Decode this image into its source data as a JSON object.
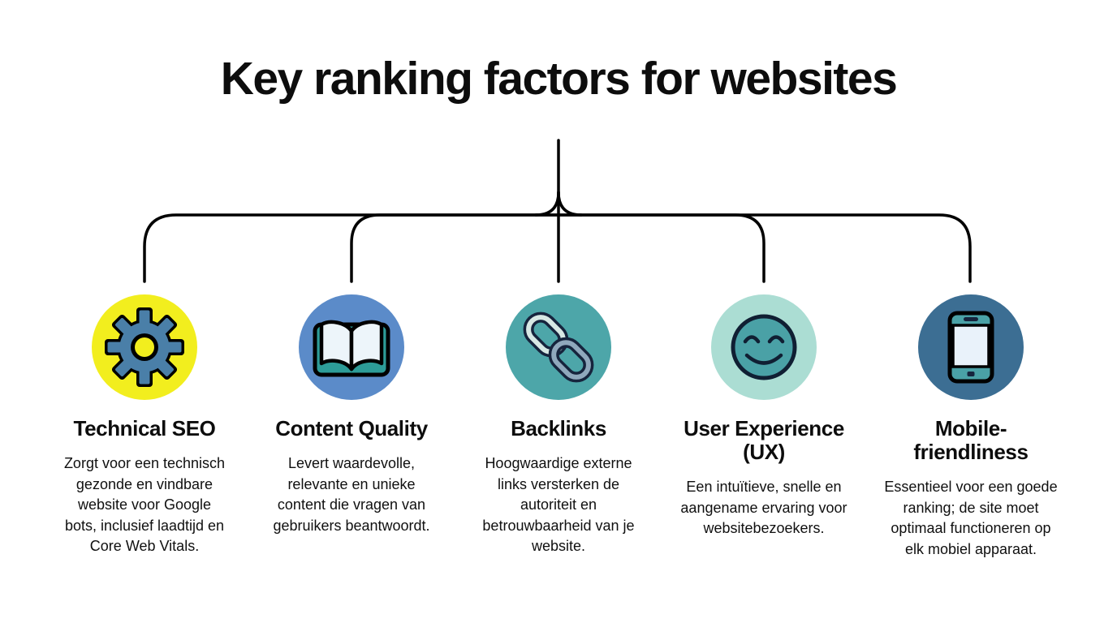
{
  "title": "Key ranking factors for websites",
  "colors": {
    "background": "#ffffff",
    "text": "#0d0d0d",
    "connector_line": "#000000"
  },
  "factors": [
    {
      "id": "technical-seo",
      "icon": "gear-icon",
      "circle_color": "#f2ee1e",
      "title": "Technical SEO",
      "description": "Zorgt voor een technisch\ngezonde en vindbare\nwebsite voor Google\nbots, inclusief laadtijd en\nCore Web Vitals."
    },
    {
      "id": "content-quality",
      "icon": "open-book-icon",
      "circle_color": "#5b8bc9",
      "title": "Content Quality",
      "description": "Levert waardevolle,\nrelevante en unieke\ncontent die vragen van\ngebruikers beantwoordt."
    },
    {
      "id": "backlinks",
      "icon": "chain-link-icon",
      "circle_color": "#4da6a9",
      "title": "Backlinks",
      "description": "Hoogwaardige externe\nlinks versterken de\nautoriteit en\nbetrouwbaarheid van je\nwebsite."
    },
    {
      "id": "user-experience",
      "icon": "smiley-face-icon",
      "circle_color": "#abddd3",
      "title": "User Experience\n(UX)",
      "description": "Een intuïtieve, snelle en\naangename ervaring voor\nwebsitebezoekers."
    },
    {
      "id": "mobile-friendliness",
      "icon": "smartphone-icon",
      "circle_color": "#3c6e93",
      "title": "Mobile-\nfriendliness",
      "description": "Essentieel voor een goede\nranking; de site moet\noptimaal functioneren op\nelk mobiel apparaat."
    }
  ]
}
